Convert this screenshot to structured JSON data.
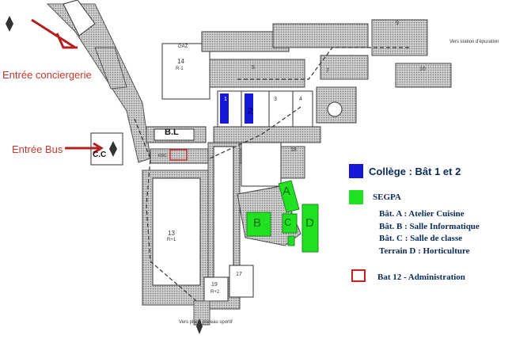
{
  "labels": {
    "entree_conciergerie": "Entrée conciergerie",
    "entree_bus": "Entrée Bus",
    "vers_station": "Vers station d'épuration",
    "vers_plage": "Vers plage plateau sportif"
  },
  "buildings": {
    "b14": "14",
    "b14_sub": "R-1",
    "b13": "13",
    "b13_sub": "R+1",
    "b19": "19",
    "b19_sub": "R+2",
    "b17": "17",
    "b18": "18",
    "b10": "10",
    "b9": "9",
    "b7": "7",
    "b5": "5",
    "b1": "1",
    "b2": "2",
    "b3": "3",
    "b4": "4",
    "bl": "B.L",
    "cc": "C.C",
    "gaz": "GAZ",
    "rdc": "RDC",
    "A": "A",
    "B": "B",
    "C": "C",
    "D": "D"
  },
  "legend": {
    "college": "Collège : Bât 1 et 2",
    "segpa": "SEGPA",
    "bat_a": "Bât. A : Atelier Cuisine",
    "bat_b": "Bât. B : Salle Informatique",
    "bat_c": "Bât. C : Salle de classe",
    "terrain_d": "Terrain D : Horticulture",
    "admin": "Bat 12 - Administration"
  },
  "colors": {
    "college": "#1717d6",
    "segpa": "#22e022",
    "admin": "#cc1f1f",
    "arrow": "#b32020",
    "hatch": "#8a8a8a"
  }
}
